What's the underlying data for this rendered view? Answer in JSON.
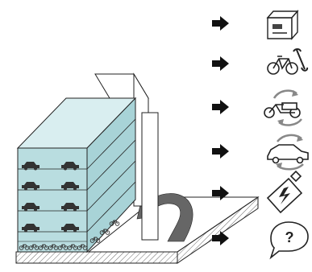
{
  "diagram": {
    "building": {
      "floors_with_cars": 4,
      "cars_per_floor": 2,
      "ground_floor": "bicycles",
      "facade_color": "#b9dde0"
    },
    "plaza": {
      "arrow": "curved-return-arrow"
    },
    "legend": [
      {
        "arrow": "right-arrow",
        "icon": "parcel-box-icon"
      },
      {
        "arrow": "right-arrow",
        "icon": "bicycle-repair-icon"
      },
      {
        "arrow": "right-arrow",
        "icon": "cargo-bike-sharing-icon"
      },
      {
        "arrow": "right-arrow",
        "icon": "car-sharing-icon"
      },
      {
        "arrow": "right-arrow",
        "icon": "battery-charging-icon"
      },
      {
        "arrow": "right-arrow",
        "icon": "info-speech-bubble-icon"
      }
    ],
    "speech_bubble_text": "?"
  }
}
